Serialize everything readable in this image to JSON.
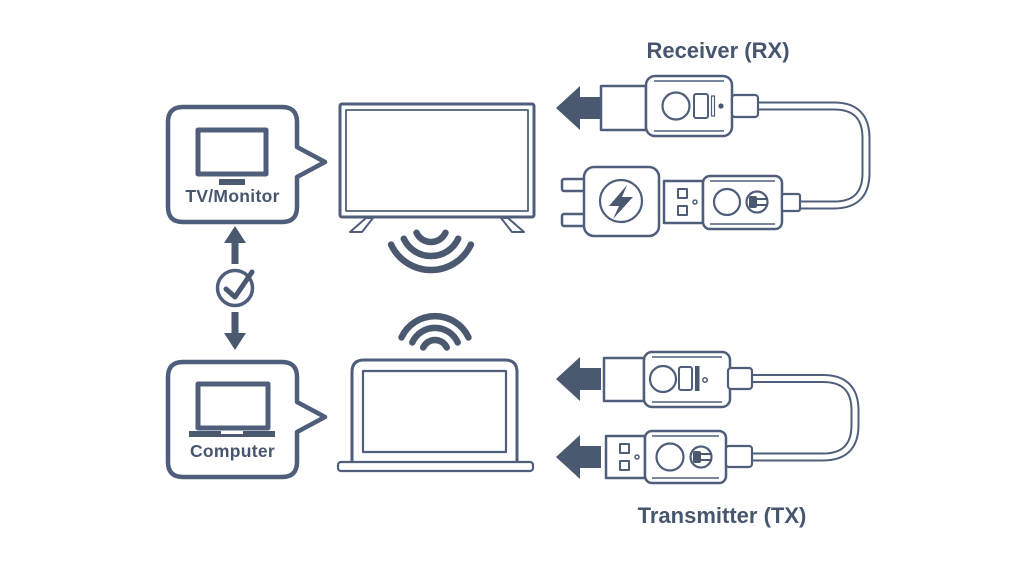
{
  "colors": {
    "bg": "#ffffff",
    "line": "#4f5e7a",
    "fill": "#4a5970",
    "text": "#47566f"
  },
  "labels": {
    "receiver": "Receiver (RX)",
    "transmitter": "Transmitter (TX)",
    "tv_monitor": "TV/Monitor",
    "computer": "Computer"
  },
  "diagram": {
    "type": "diagram",
    "icons": [
      "tv-icon",
      "laptop-icon",
      "tv-illustration",
      "laptop-illustration",
      "wifi-signal-down-icon",
      "wifi-signal-up-icon",
      "checkmark-circle-icon",
      "double-headed-arrow-icon",
      "left-arrow-icon",
      "hdmi-connector",
      "hdmi-dongle",
      "micro-usb-port",
      "led-dot",
      "power-adapter-icon",
      "lightning-bolt-icon",
      "usb-a-plug-icon",
      "usb-power-dongle",
      "power-plug-icon",
      "connection-cable",
      "speech-bubble"
    ]
  }
}
